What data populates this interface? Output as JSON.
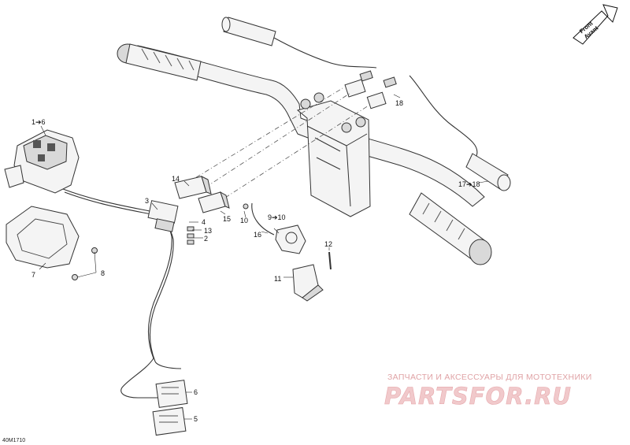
{
  "direction_badge": {
    "line1": "Front",
    "line2": "Avant"
  },
  "reference_code": "40M1710",
  "watermark": {
    "tagline": "ЗАПЧАСТИ И АКСЕССУАРЫ ДЛЯ МОТОТЕХНИКИ",
    "brand": "PARTSFOR.RU"
  },
  "callouts": {
    "c1_6": "1➔6",
    "c3": "3",
    "c4": "4",
    "c13": "13",
    "c2": "2",
    "c7": "7",
    "c8": "8",
    "c14": "14",
    "c15": "15",
    "c10": "10",
    "c9_10": "9➔10",
    "c16": "16",
    "c12": "12",
    "c11": "11",
    "c18": "18",
    "c17_18": "17➔18",
    "c6": "6",
    "c5": "5"
  }
}
